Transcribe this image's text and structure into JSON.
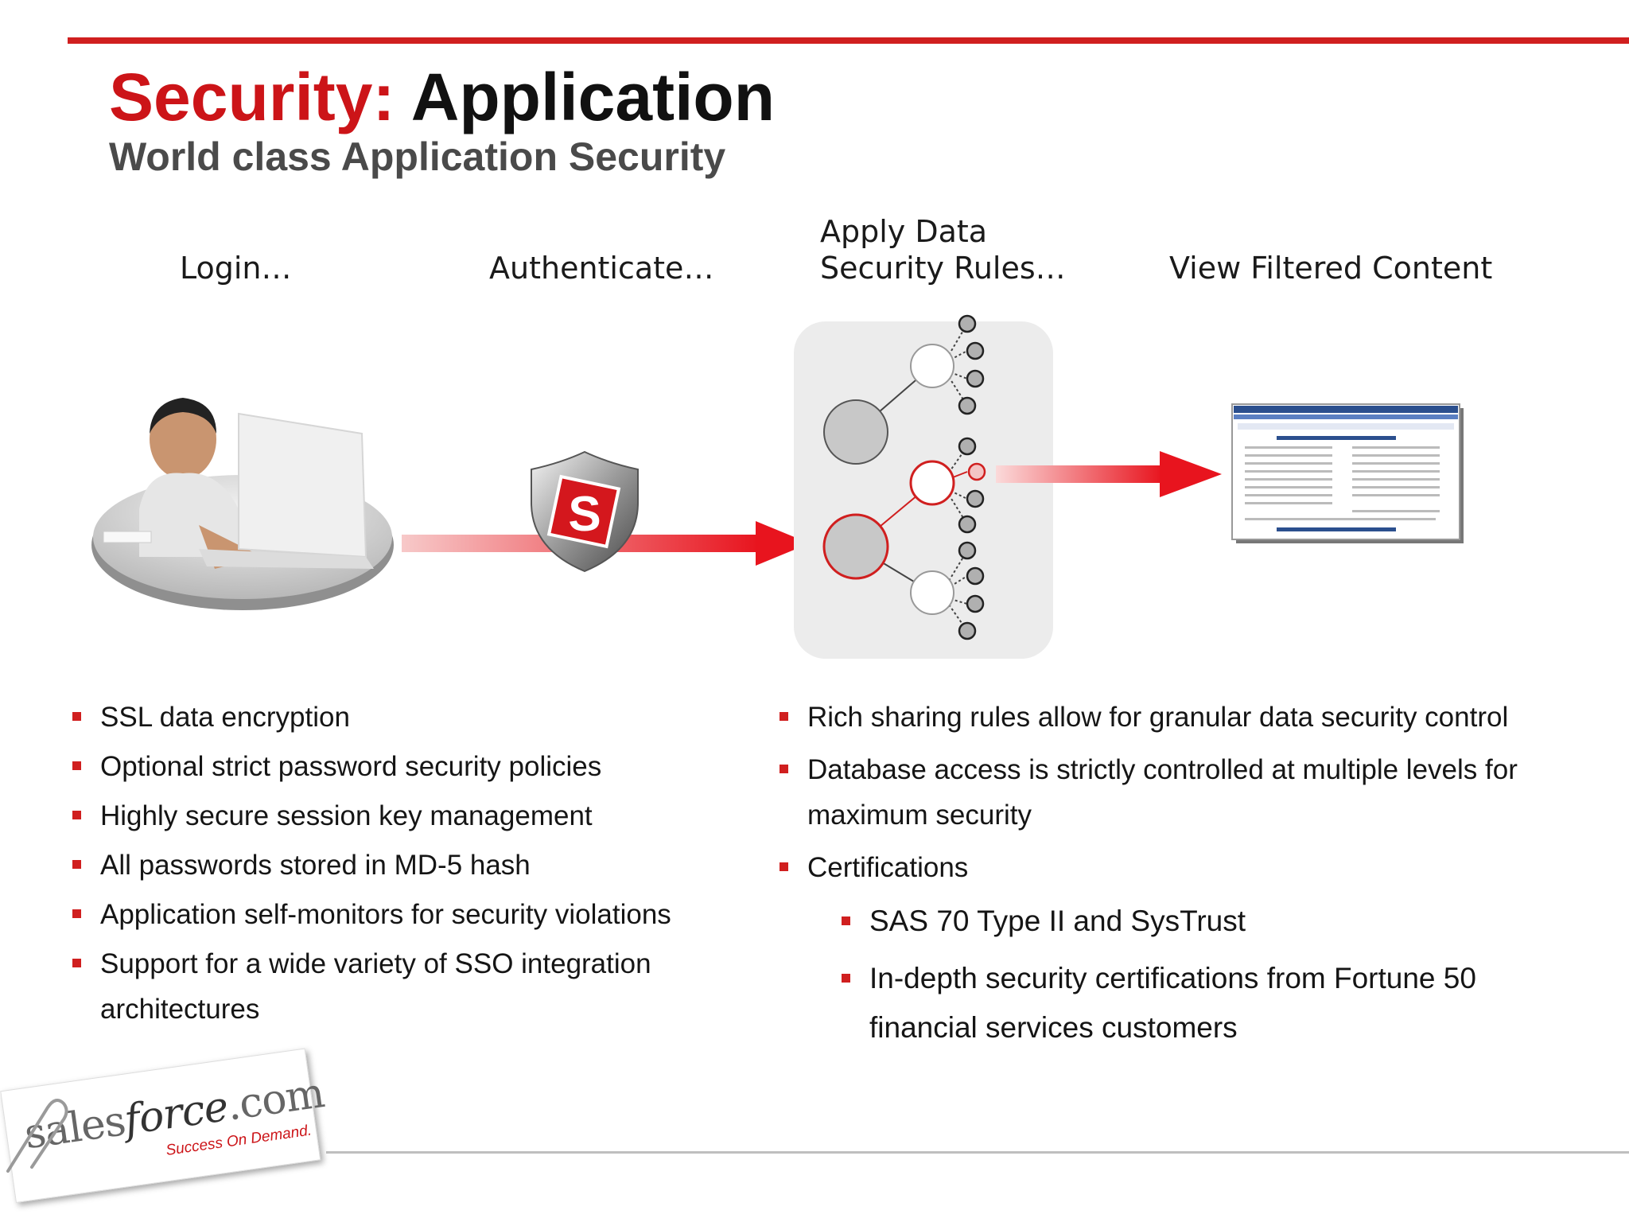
{
  "header": {
    "title_accent": "Security:",
    "title_rest": "Application",
    "subtitle": "World class Application Security"
  },
  "steps": {
    "login": "Login…",
    "authenticate": "Authenticate…",
    "rules_line1": "Apply Data",
    "rules_line2": "Security Rules…",
    "view": "View Filtered Content"
  },
  "left_bullets": [
    "SSL data encryption",
    "Optional strict password security policies",
    "Highly secure session key management",
    "All passwords stored in MD-5 hash",
    "Application self-monitors for security violations",
    "Support for a wide variety of SSO integration architectures"
  ],
  "right_bullets": [
    "Rich sharing rules allow for granular data security control",
    "Database access is strictly controlled at multiple levels for maximum security",
    "Certifications"
  ],
  "certifications": [
    "SAS 70 Type II and SysTrust",
    "In-depth security certifications from Fortune 50 financial services customers"
  ],
  "logo": {
    "brand_a": "sales",
    "brand_b": "force",
    "brand_c": ".com",
    "tagline": "Success On Demand."
  },
  "colors": {
    "accent": "#d01f1f",
    "subtitle_gray": "#4a4a4a",
    "node_gray": "#c8c8c8"
  },
  "icons": {
    "shield": "shield-s-icon",
    "user": "user-at-laptop-illustration",
    "screen": "app-screenshot-thumbnail"
  }
}
